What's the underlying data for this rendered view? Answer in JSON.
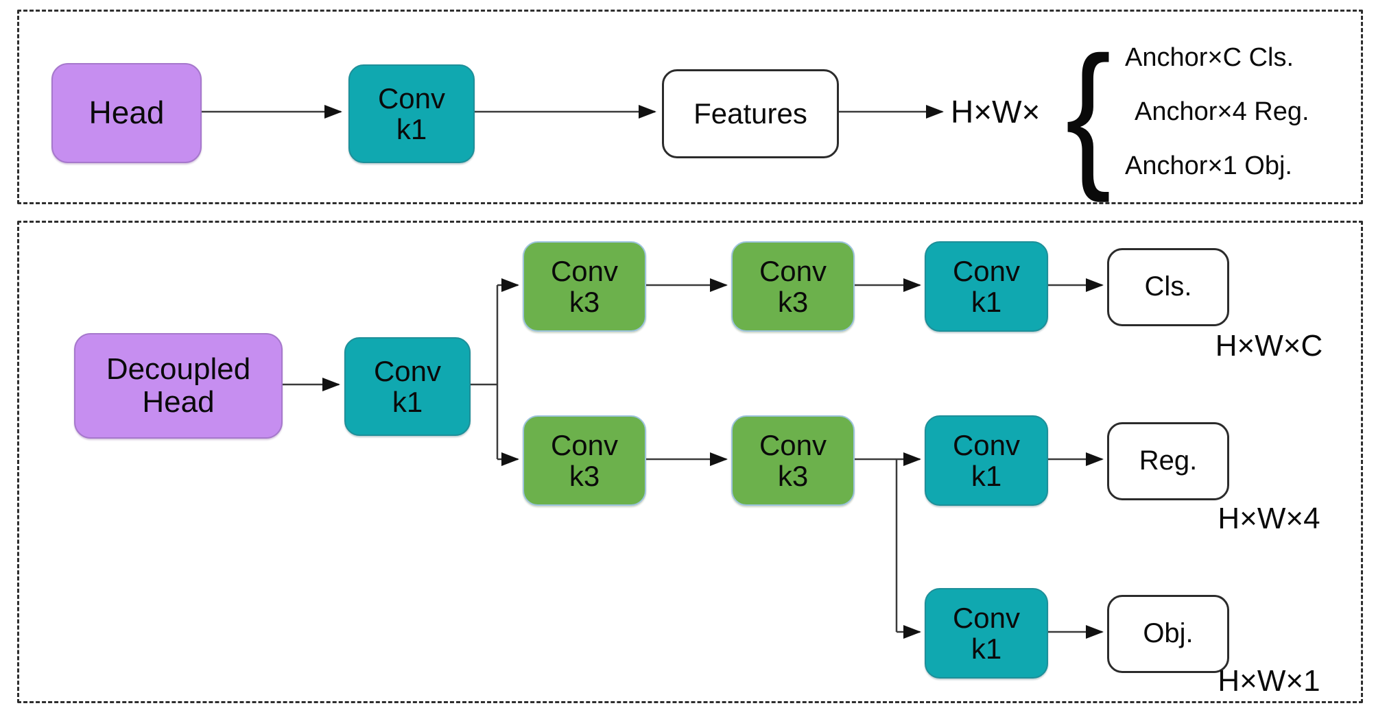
{
  "labels": {
    "conv": "Conv",
    "k1": "k1",
    "k3": "k3"
  },
  "top_panel": {
    "head": "Head",
    "features": "Features",
    "output_prefix": "H×W×",
    "brace": "{",
    "outputs": {
      "cls": "Anchor×C Cls.",
      "reg": "Anchor×4 Reg.",
      "obj": "Anchor×1 Obj."
    }
  },
  "bottom_panel": {
    "head_line1": "Decoupled",
    "head_line2": "Head",
    "branches": {
      "cls": {
        "label": "Cls.",
        "dims": "H×W×C"
      },
      "reg": {
        "label": "Reg.",
        "dims": "H×W×4"
      },
      "obj": {
        "label": "Obj.",
        "dims": "H×W×1"
      }
    }
  },
  "colors": {
    "head_fill": "#c68ef0",
    "head_border": "#a678cc",
    "conv_k1_fill": "#10a8b0",
    "conv_k1_border": "#1d8f99",
    "conv_k3_fill": "#6cb14c",
    "conv_k3_border": "#9dc3dd",
    "outline_box_border": "#2b2b2b",
    "dashed_border": "#2e2e2e",
    "connector": "#3a3a3a"
  }
}
